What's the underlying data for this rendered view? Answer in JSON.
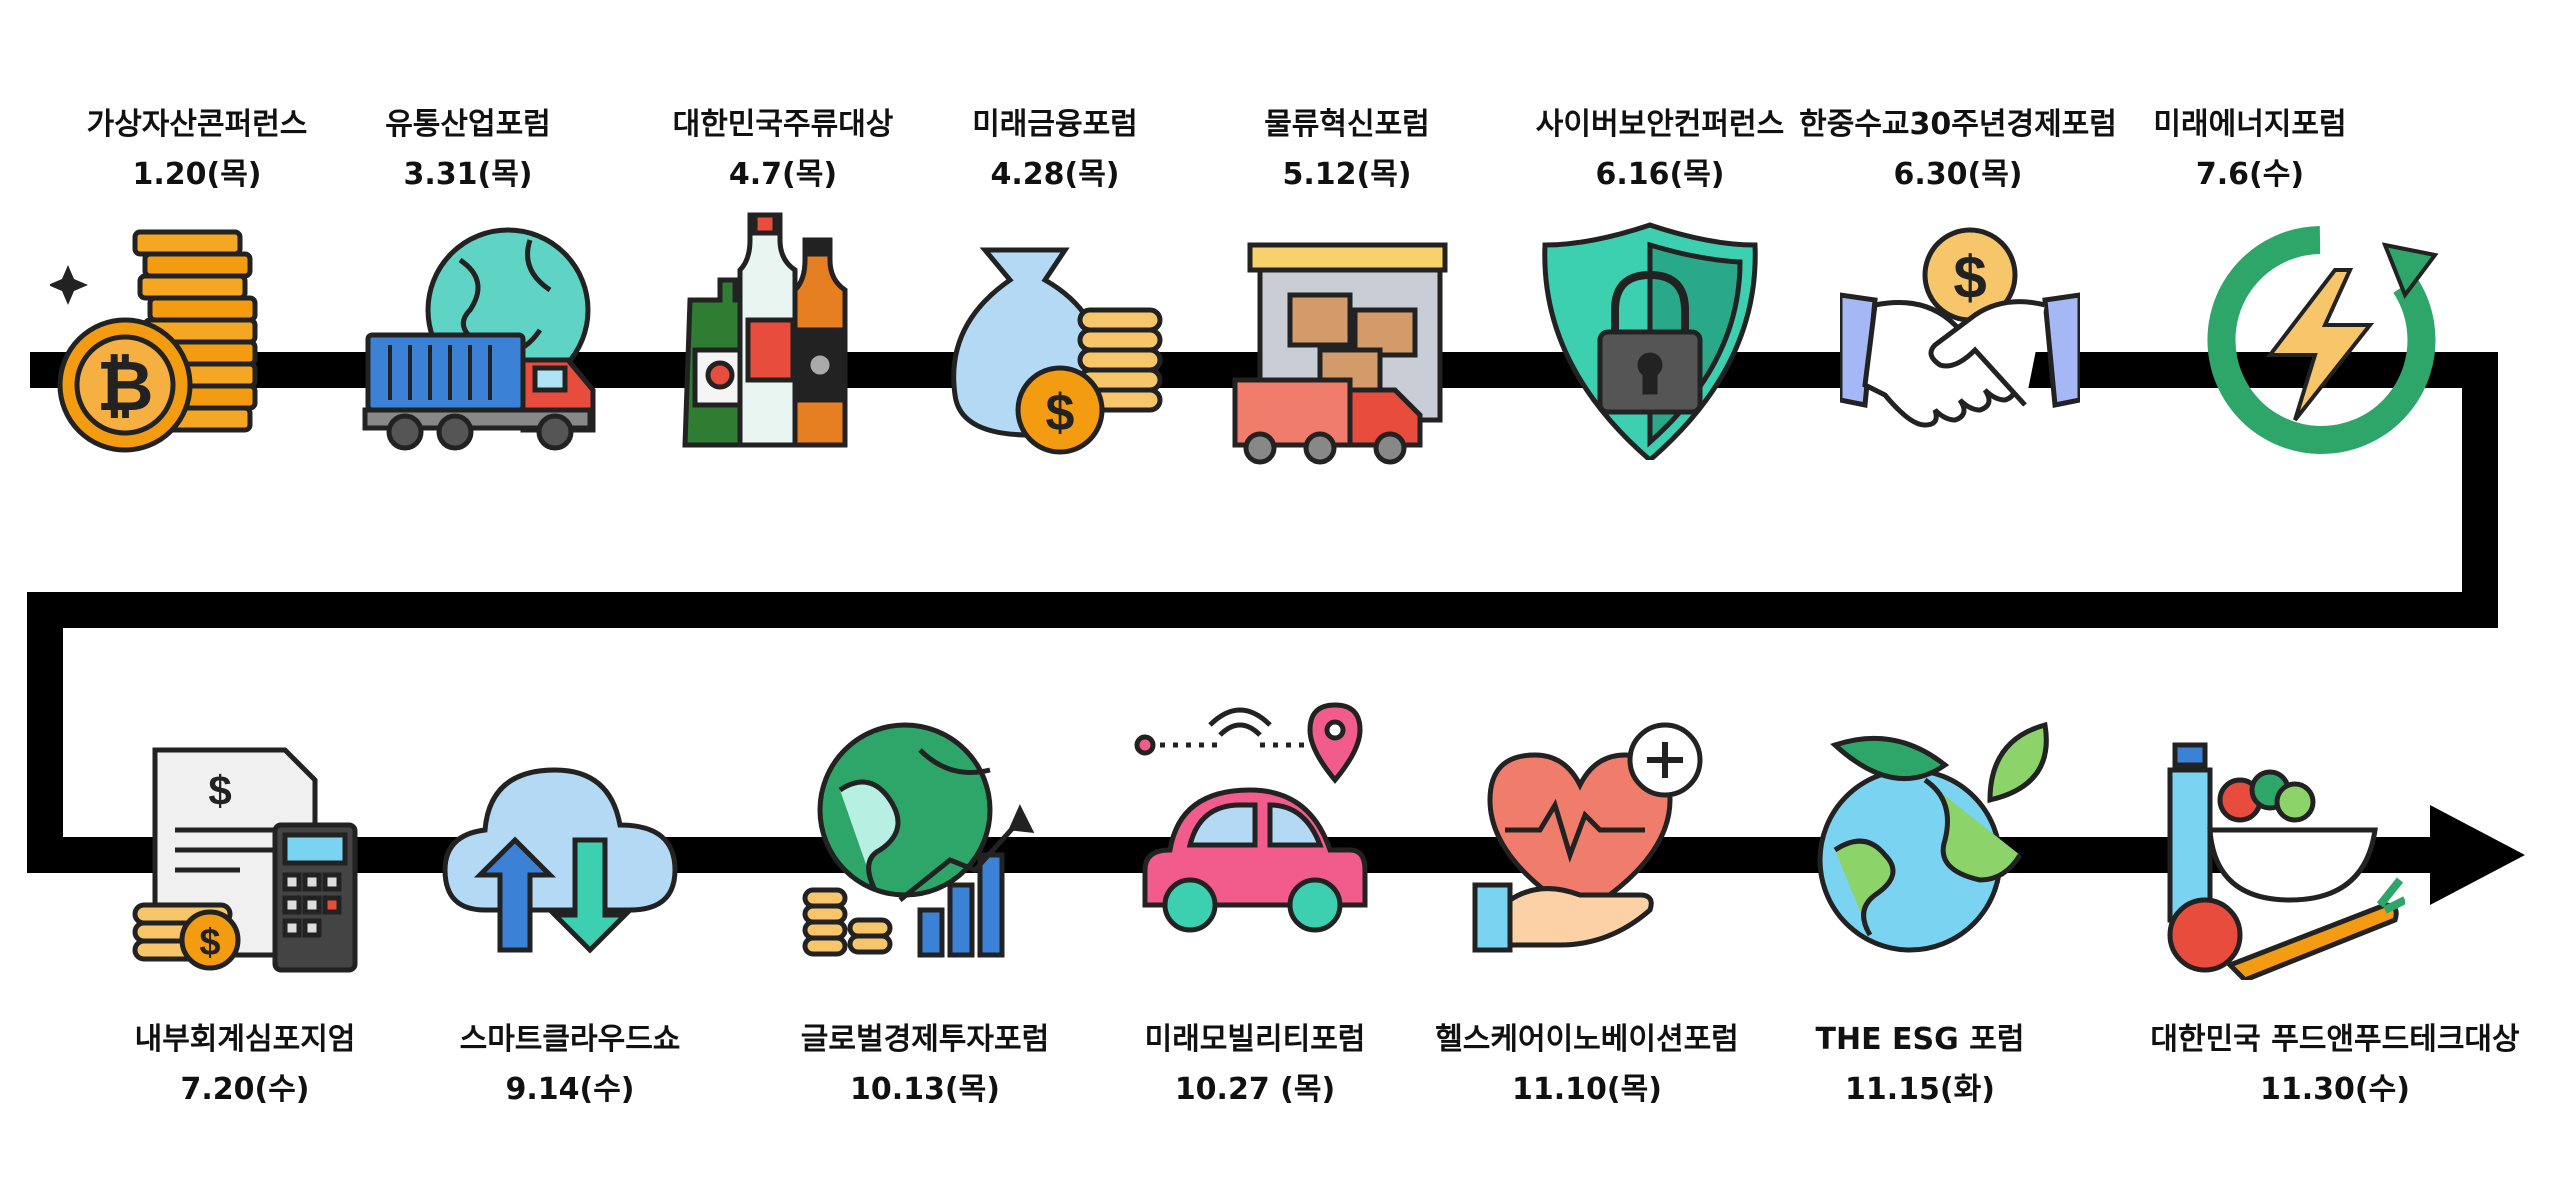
{
  "events": [
    {
      "name": "가상자산콘퍼런스",
      "date": "1.20(목)",
      "icon": "bitcoin-coins-icon"
    },
    {
      "name": "유통산업포럼",
      "date": "3.31(목)",
      "icon": "globe-truck-icon"
    },
    {
      "name": "대한민국주류대상",
      "date": "4.7(목)",
      "icon": "liquor-bottles-icon"
    },
    {
      "name": "미래금융포럼",
      "date": "4.28(목)",
      "icon": "money-bag-icon"
    },
    {
      "name": "물류혁신포럼",
      "date": "5.12(목)",
      "icon": "warehouse-truck-icon"
    },
    {
      "name": "사이버보안컨퍼런스",
      "date": "6.16(목)",
      "icon": "shield-lock-icon"
    },
    {
      "name": "한중수교30주년경제포럼",
      "date": "6.30(목)",
      "icon": "handshake-icon"
    },
    {
      "name": "미래에너지포럼",
      "date": "7.6(수)",
      "icon": "energy-cycle-icon"
    },
    {
      "name": "내부회계심포지엄",
      "date": "7.20(수)",
      "icon": "accounting-calculator-icon"
    },
    {
      "name": "스마트클라우드쇼",
      "date": "9.14(수)",
      "icon": "cloud-transfer-icon"
    },
    {
      "name": "글로벌경제투자포럼",
      "date": "10.13(목)",
      "icon": "globe-growth-icon"
    },
    {
      "name": "미래모빌리티포럼",
      "date": "10.27 (목)",
      "icon": "connected-car-icon"
    },
    {
      "name": "헬스케어이노베이션포럼",
      "date": "11.10(목)",
      "icon": "heart-hand-icon"
    },
    {
      "name": "THE ESG 포럼",
      "date": "11.15(화)",
      "icon": "earth-leaves-icon"
    },
    {
      "name": "대한민국 푸드앤푸드테크대상",
      "date": "11.30(수)",
      "icon": "food-bowl-icon"
    }
  ],
  "colors": {
    "path": "#000000",
    "orange": "#f39c12",
    "teal": "#3ccfb0",
    "green": "#2ea66a",
    "pink": "#f25c8c",
    "red": "#e74c3c",
    "blue": "#3b82d6"
  }
}
